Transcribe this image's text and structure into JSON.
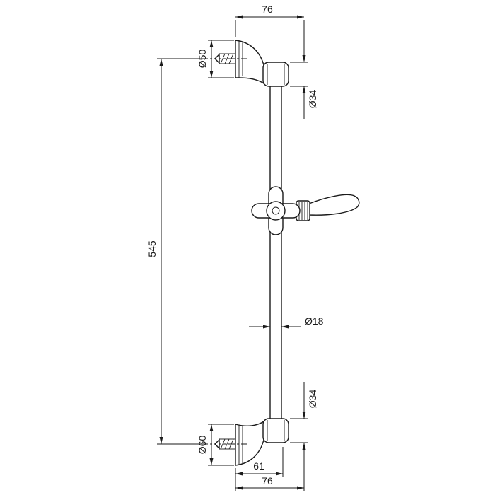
{
  "canvas": {
    "background": "#ffffff",
    "line_color": "#1a1a1a"
  },
  "drawing": {
    "type": "dimensioned technical drawing",
    "subject": "shower slide bar with two wall brackets, cross-handle slider and lever holder",
    "dimensions": {
      "top_width": "76",
      "top_flange_diameter": "Ø50",
      "top_holder_diameter": "Ø34",
      "overall_length": "545",
      "bar_diameter": "Ø18",
      "bottom_holder_diameter": "Ø34",
      "bottom_flange_diameter": "Ø60",
      "bottom_center_offset": "61",
      "bottom_width": "76"
    }
  }
}
